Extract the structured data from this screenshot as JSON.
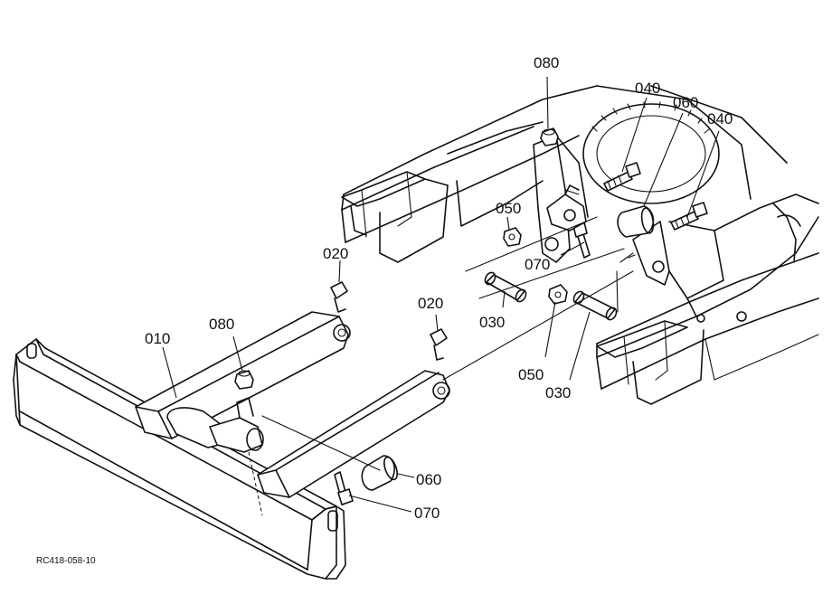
{
  "diagram_ref": "RC418-058-10",
  "callouts": {
    "c010": "010",
    "c020a": "020",
    "c020b": "020",
    "c030a": "030",
    "c030b": "030",
    "c040a": "040",
    "c040b": "040",
    "c050a": "050",
    "c050b": "050",
    "c060a": "060",
    "c060b": "060",
    "c070a": "070",
    "c070b": "070",
    "c080a": "080",
    "c080b": "080"
  }
}
